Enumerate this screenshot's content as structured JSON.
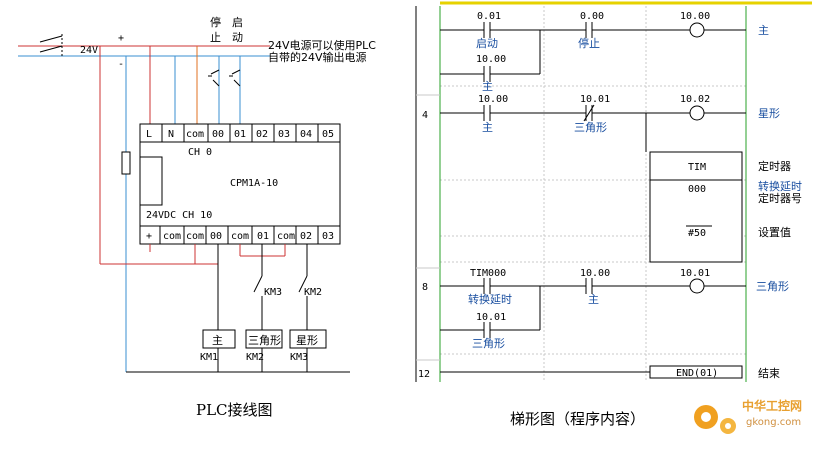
{
  "wiring": {
    "power_stop": "停",
    "power_start_top": "启",
    "stop_label": "止",
    "start_label": "动",
    "supply_voltage": "24V",
    "plus": "+",
    "minus": "-",
    "note_line1": "24V电源可以使用PLC",
    "note_line2": "自带的24V输出电源",
    "input_terminals": [
      "L",
      "N",
      "com",
      "00",
      "01",
      "02",
      "03",
      "04",
      "05"
    ],
    "channel_in": "CH 0",
    "model": "CPM1A-10",
    "channel_out": "24VDC  CH 10",
    "output_terminals": [
      "+",
      "com",
      "com",
      "00",
      "com",
      "01",
      "com",
      "02",
      "03"
    ],
    "relays": [
      "KM3",
      "KM2"
    ],
    "coils": [
      {
        "label": "主",
        "tag": "KM1"
      },
      {
        "label": "三角形",
        "tag": "KM2"
      },
      {
        "label": "星形",
        "tag": "KM3"
      }
    ],
    "caption": "PLC接线图"
  },
  "ladder": {
    "caption": "梯形图（程序内容）",
    "rungs": [
      {
        "number": "",
        "contacts": [
          {
            "addr": "0.01",
            "name": "启动"
          },
          {
            "addr": "0.00",
            "name": "停止"
          }
        ],
        "branch": {
          "addr": "10.00",
          "name": "主"
        },
        "coil": {
          "addr": "10.00"
        },
        "comment": "主"
      },
      {
        "number": "4",
        "contacts": [
          {
            "addr": "10.00",
            "name": "主"
          },
          {
            "addr": "10.01",
            "name": "三角形"
          }
        ],
        "coil": {
          "addr": "10.02"
        },
        "comment": "星形",
        "timer": {
          "type": "TIM",
          "number": "000",
          "preset": "#50",
          "comment_type": "定时器",
          "comment_name": "转换延时",
          "comment_number": "定时器号",
          "comment_preset": "设置值"
        }
      },
      {
        "number": "8",
        "contacts": [
          {
            "addr": "TIM000",
            "name": "转换延时"
          },
          {
            "addr": "10.00",
            "name": "主"
          }
        ],
        "branch": {
          "addr": "10.01",
          "name": "三角形"
        },
        "coil": {
          "addr": "10.01"
        },
        "comment": "三角形"
      },
      {
        "number": "12",
        "end_instruction": "END(01)",
        "comment": "结束"
      }
    ]
  },
  "watermark": {
    "brand": "中华工控网",
    "domain": "gkong.com"
  },
  "colors": {
    "red": "#cc3333",
    "blue": "#3a8fd0",
    "orange": "#e07020",
    "grid": "#c8c8c8",
    "rail_green": "#2aa02a",
    "text_blue": "#1a4fa0"
  }
}
